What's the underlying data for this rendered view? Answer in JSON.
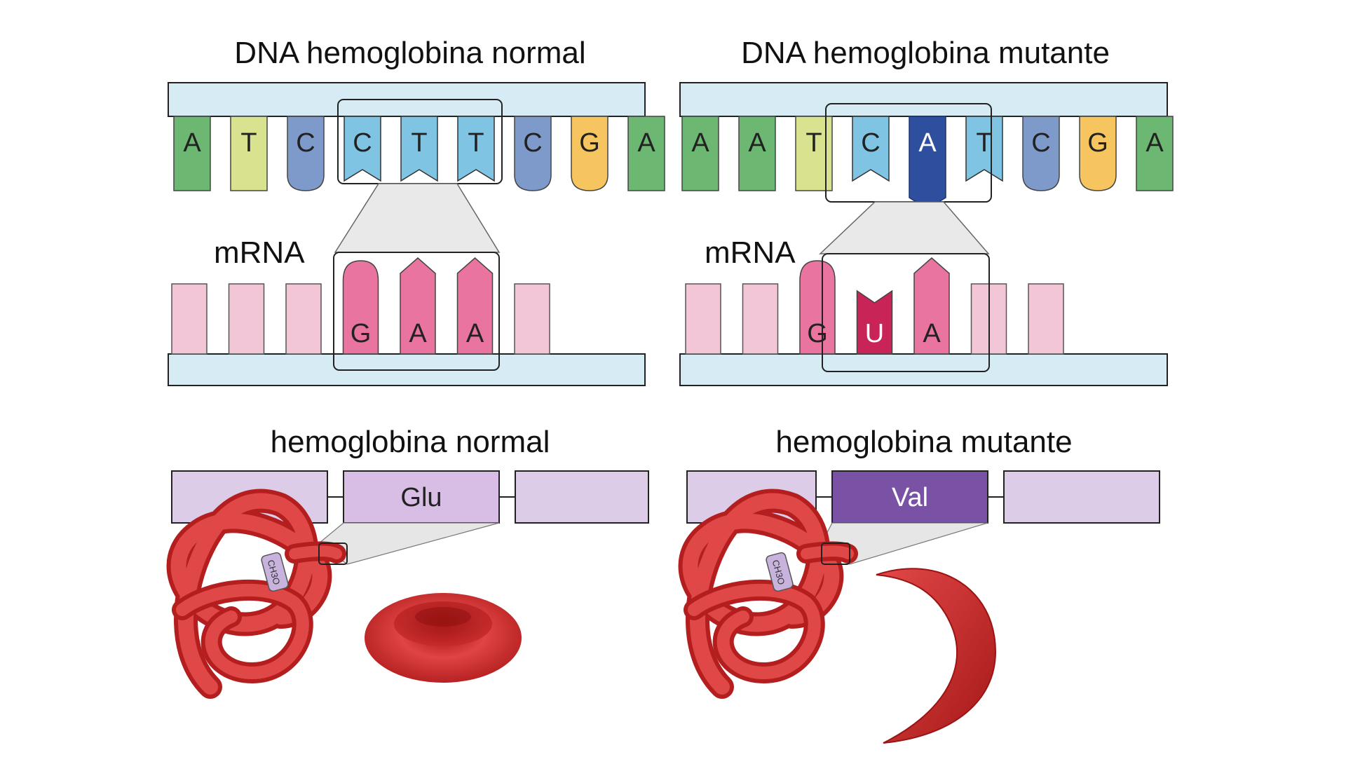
{
  "colors": {
    "A": "#6cb872",
    "T": "#d9e38f",
    "C": "#7e9acb",
    "G": "#f6c560",
    "highlight": "#7fc4e2",
    "mutant_base": "#2d4f9e",
    "rna_bar": "#f3c6d7",
    "rna_codon": "#e8749f",
    "rna_mutant": "#c82457",
    "backbone": "#d6ebf3",
    "protein_bar": "#dccce8",
    "glu": "#d8bde4",
    "val": "#7a52a5",
    "blood": "#cc2a2a"
  },
  "panels": [
    {
      "title": "DNA hemoglobina normal",
      "dna_bases": [
        "A",
        "T",
        "C",
        "C",
        "T",
        "T",
        "C",
        "G",
        "A"
      ],
      "mrna_label": "mRNA",
      "codon": [
        "G",
        "A",
        "A"
      ],
      "protein_title": "hemoglobina normal",
      "amino_acid": "Glu",
      "cell_shape": "disc"
    },
    {
      "title": "DNA hemoglobina mutante",
      "dna_bases": [
        "A",
        "A",
        "T",
        "C",
        "A",
        "T",
        "C",
        "G",
        "A"
      ],
      "mrna_label": "mRNA",
      "codon": [
        "G",
        "U",
        "A"
      ],
      "protein_title": "hemoglobina mutante",
      "amino_acid": "Val",
      "cell_shape": "sickle"
    }
  ],
  "molecule_label": "CH3O"
}
